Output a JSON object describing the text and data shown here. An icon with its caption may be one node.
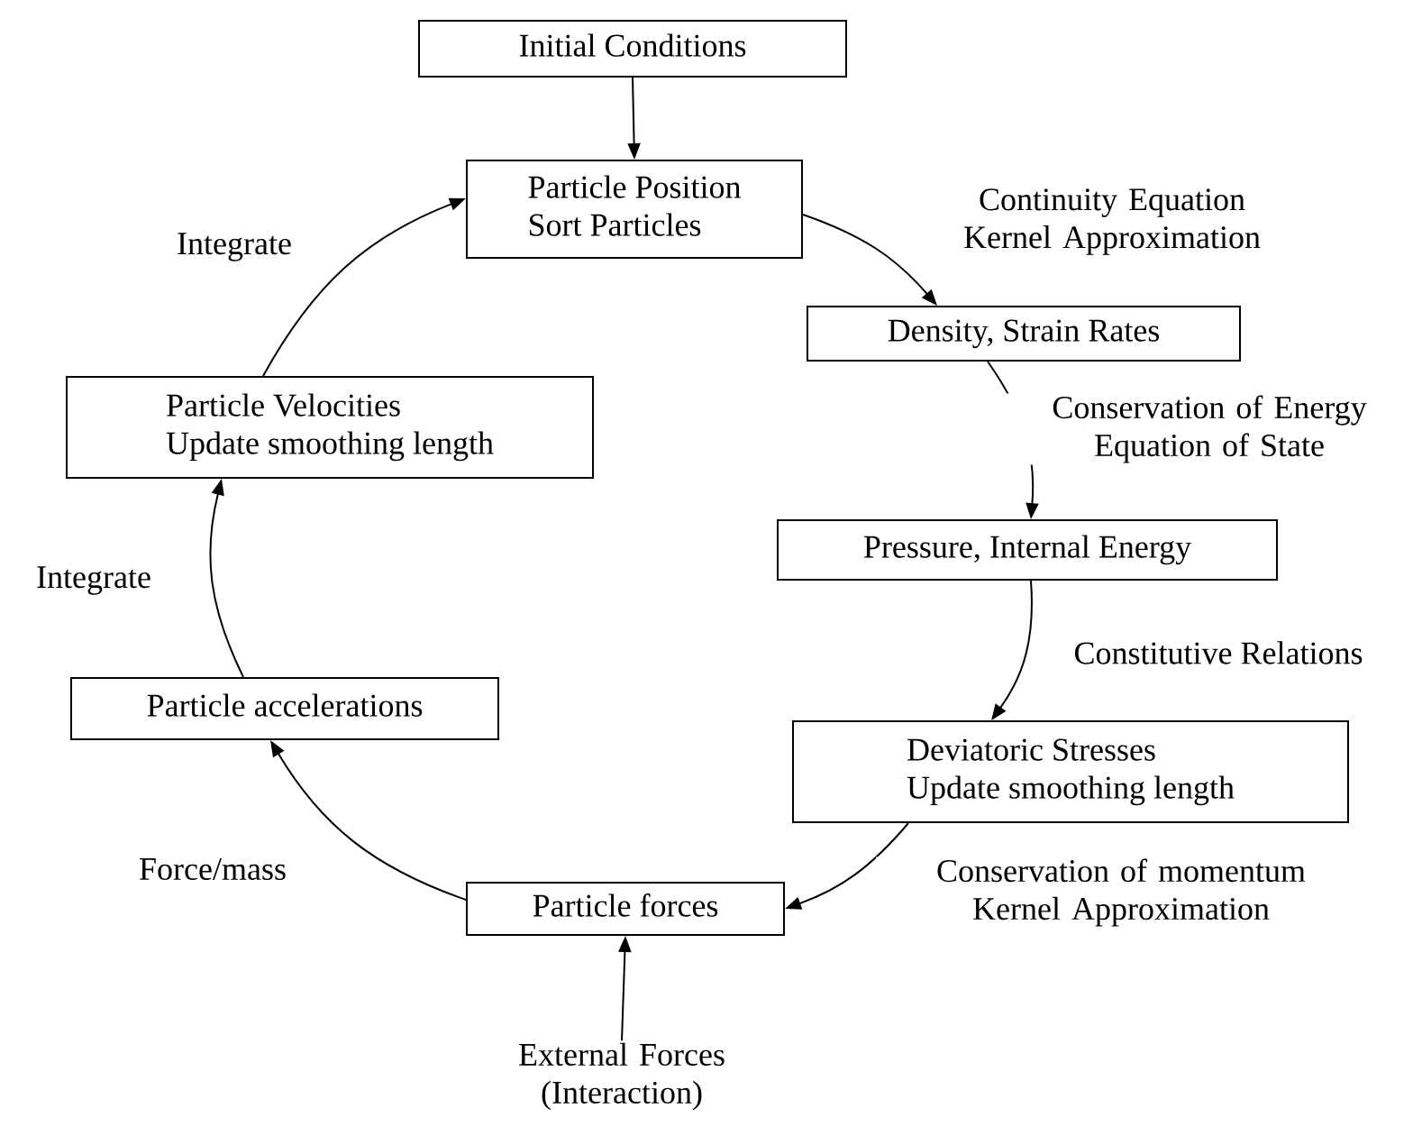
{
  "diagram": {
    "nodes": [
      {
        "text": [
          "Initial Conditions"
        ]
      },
      {
        "text": [
          "Particle Position",
          "Sort Particles"
        ]
      },
      {
        "text": [
          "Density, Strain Rates"
        ]
      },
      {
        "text": [
          "Pressure, Internal  Energy"
        ]
      },
      {
        "text": [
          "Deviatoric Stresses",
          "Update smoothing length"
        ]
      },
      {
        "text": [
          "Particle forces"
        ]
      },
      {
        "text": [
          "Particle accelerations"
        ]
      },
      {
        "text": [
          "Particle Velocities",
          "Update smoothing length"
        ]
      },
      {
        "text": [
          "External Forces (Interaction)"
        ]
      }
    ],
    "edges": [
      {
        "from": 0,
        "to": 1,
        "arrow": "to"
      },
      {
        "from": 1,
        "to": 2,
        "arrow": "to",
        "label": "Continuity Equation Kernel Approximation"
      },
      {
        "from": 2,
        "to": 3,
        "arrow": "to",
        "label": "Conservation of Energy Equation of State"
      },
      {
        "from": 3,
        "to": 4,
        "arrow": "to",
        "label": "Constitutive Relations"
      },
      {
        "from": 4,
        "to": 5,
        "arrow": "to",
        "label": "Conservation of momentum Kernel Approximation"
      },
      {
        "from": 5,
        "to": 6,
        "arrow": "to",
        "label": "Force/mass"
      },
      {
        "from": 6,
        "to": 7,
        "arrow": "to",
        "label": "Integrate"
      },
      {
        "from": 7,
        "to": 1,
        "arrow": "to",
        "label": "Integrate"
      },
      {
        "from": 8,
        "to": 5,
        "arrow": "to"
      }
    ]
  }
}
